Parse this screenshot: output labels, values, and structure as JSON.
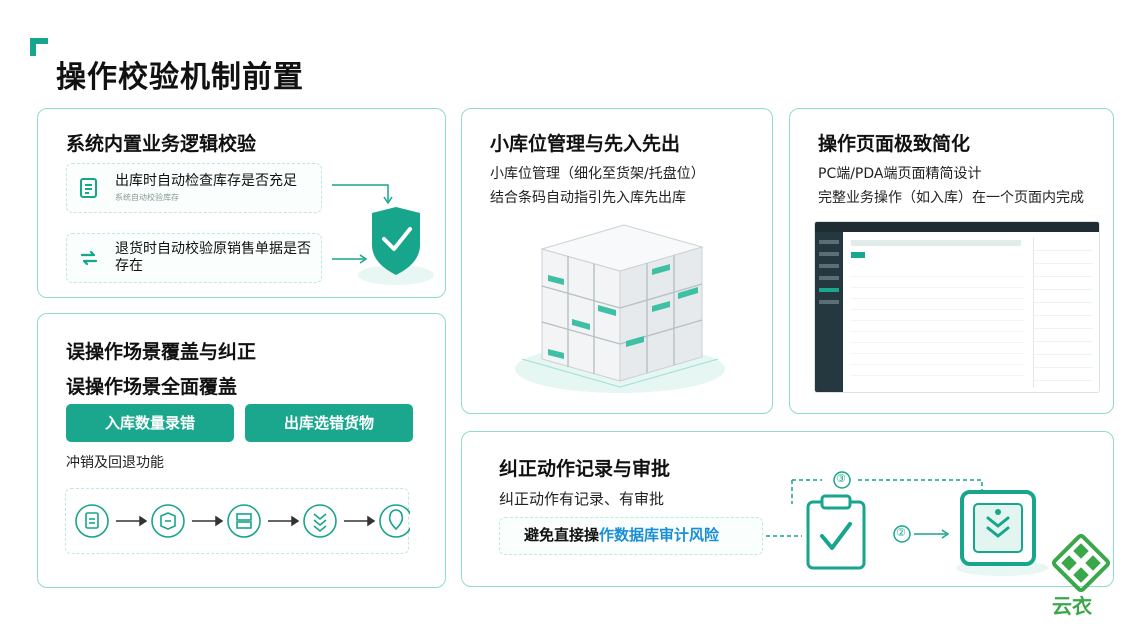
{
  "page": {
    "title": "操作校验机制前置"
  },
  "card_logic": {
    "title": "系统内置业务逻辑校验",
    "rows": [
      {
        "main": "出库时自动检查库存是否充足",
        "sub": "系统自动校验库存"
      },
      {
        "main": "退货时自动校验原销售单据是否存在",
        "sub": ""
      }
    ]
  },
  "card_error": {
    "title": "误操作场景覆盖与纠正",
    "subtitle": "误操作场景全面覆盖",
    "btn_inbound": "入库数量录错",
    "btn_outbound": "出库选错货物",
    "note": "冲销及回退功能"
  },
  "card_location": {
    "title": "小库位管理与先入先出",
    "line1": "小库位管理（细化至货架/托盘位）",
    "line2": "结合条码自动指引先入库先出库"
  },
  "card_simple": {
    "title": "操作页面极致简化",
    "line1": "PC端/PDA端页面精简设计",
    "line2": "完整业务操作（如入库）在一个页面内完成"
  },
  "card_audit": {
    "title": "纠正动作记录与审批",
    "line1": "纠正动作有记录、有审批",
    "risk_plain": "避免直接操",
    "risk_highlight": "作数据库审计风险",
    "step_top": "③",
    "step_mid": "②"
  },
  "brand": {
    "logo_text": "云衣"
  },
  "colors": {
    "accent": "#17a58c",
    "accent_light": "#8fdccb",
    "highlight": "#1a8fd6"
  }
}
